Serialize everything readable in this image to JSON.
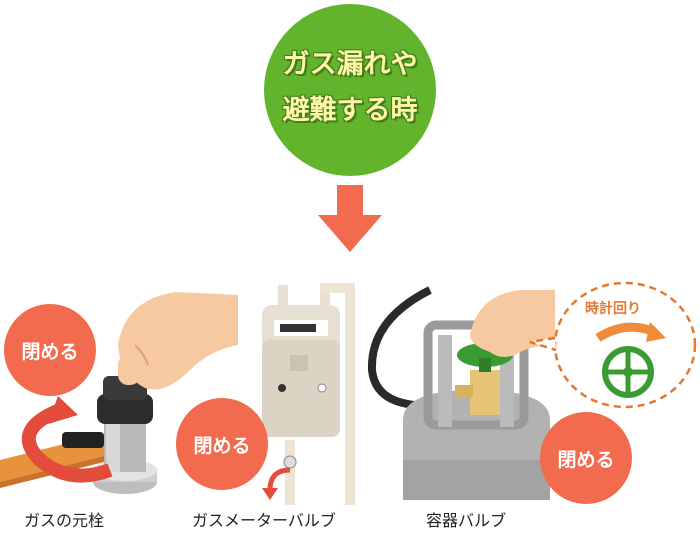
{
  "header": {
    "line1": "ガス漏れや",
    "line2": "避難する時"
  },
  "badges": {
    "left": "閉める",
    "middle": "閉める",
    "right": "閉める"
  },
  "captions": {
    "left": "ガスの元栓",
    "middle": "ガスメーターバルブ",
    "right": "容器バルブ"
  },
  "bubble": {
    "label": "時計回り"
  },
  "colors": {
    "green": "#62b42c",
    "badge": "#f26b4f",
    "arrow": "#f26b4f",
    "pipe": "#e8933c",
    "valve": "#3b9b33"
  }
}
